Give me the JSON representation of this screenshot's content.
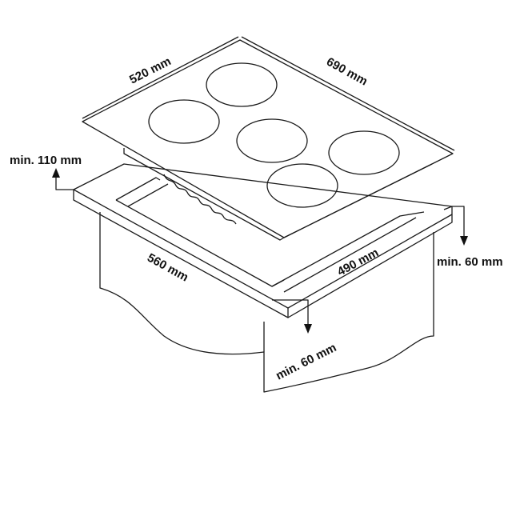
{
  "diagram": {
    "labels": {
      "hob_depth": "520 mm",
      "hob_width": "690 mm",
      "min_back_clearance": "min. 110 mm",
      "cutout_width": "560 mm",
      "cutout_depth": "490 mm",
      "min_side_clearance": "min. 60 mm",
      "min_front_clearance": "min. 60 mm"
    },
    "burner_count": 5
  }
}
